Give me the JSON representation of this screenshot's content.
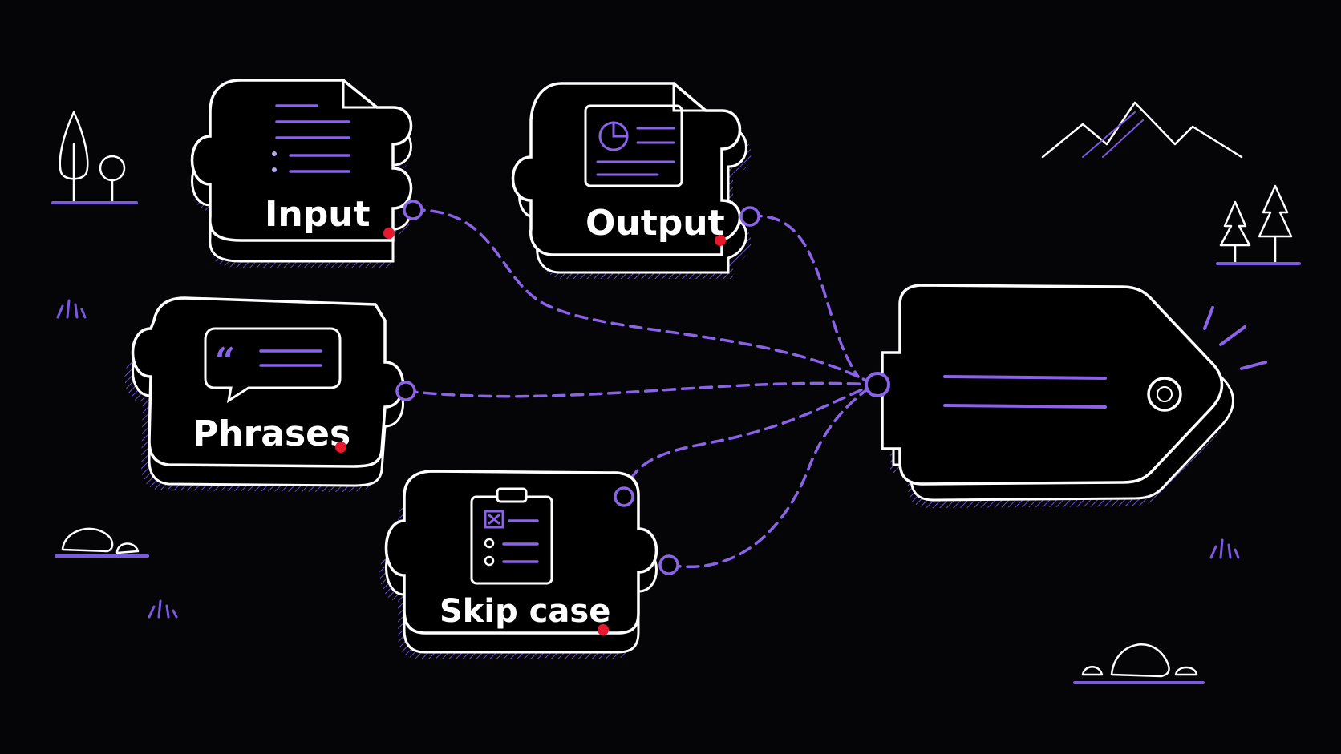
{
  "colors": {
    "background": "#050507",
    "outline": "#ffffff",
    "accent": "#8a63e8",
    "marker": "#e8192c"
  },
  "pieces": [
    {
      "id": "input",
      "label": "Input",
      "icon": "document-list-icon"
    },
    {
      "id": "output",
      "label": "Output",
      "icon": "document-chart-icon"
    },
    {
      "id": "phrases",
      "label": "Phrases",
      "icon": "speech-bubble-quote-icon"
    },
    {
      "id": "skip",
      "label": "Skip case",
      "icon": "clipboard-checklist-icon"
    }
  ],
  "target": {
    "icon": "tag-icon"
  },
  "connections": [
    {
      "from": "input",
      "to": "tag"
    },
    {
      "from": "output",
      "to": "tag"
    },
    {
      "from": "phrases",
      "to": "tag"
    },
    {
      "from": "skip",
      "to": "tag"
    },
    {
      "from": "skip",
      "to": "tag"
    }
  ]
}
